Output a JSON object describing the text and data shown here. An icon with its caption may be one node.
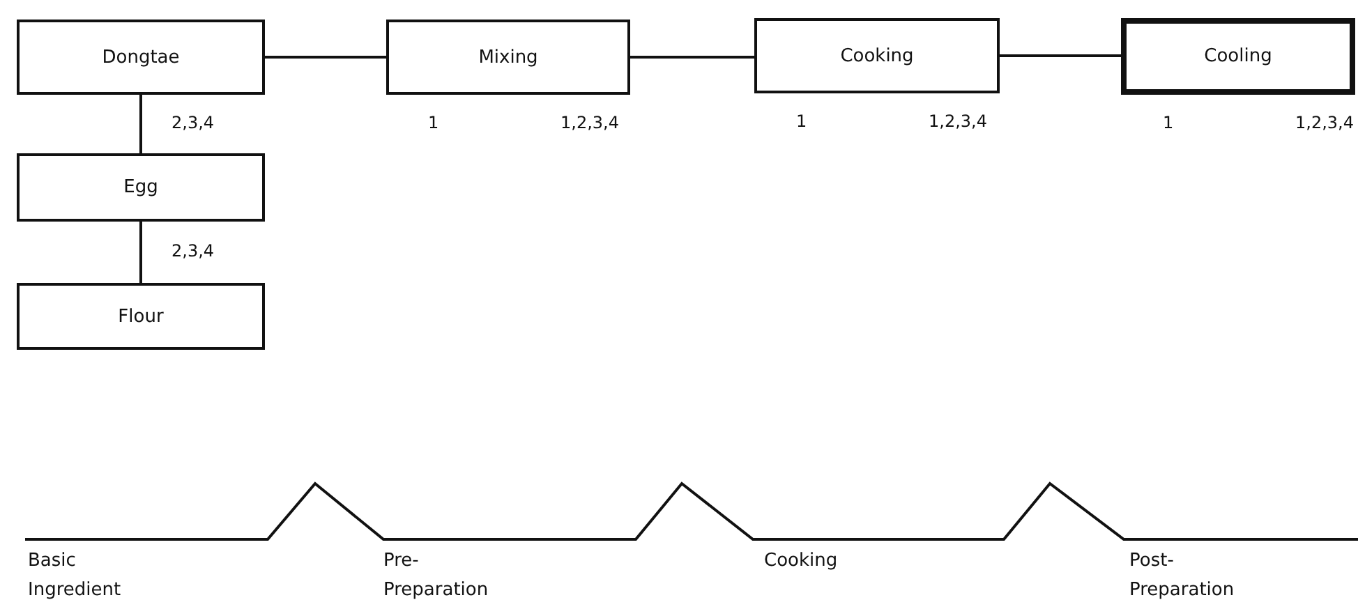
{
  "diagram": {
    "nodes": [
      {
        "text": [
          "Dongtae"
        ]
      },
      {
        "text": [
          "Mixing"
        ],
        "beside": [
          "1",
          "1,2,3,4"
        ]
      },
      {
        "text": [
          "Cooking"
        ],
        "beside": [
          "1",
          "1,2,3,4"
        ]
      },
      {
        "text": [
          "Cooling"
        ],
        "beside": [
          "1",
          "1,2,3,4"
        ]
      },
      {
        "text": [
          "Egg"
        ]
      },
      {
        "text": [
          "Flour"
        ]
      }
    ],
    "edges": [
      {
        "from": 0,
        "to": 1,
        "arrow": "none"
      },
      {
        "from": 1,
        "to": 2,
        "arrow": "none"
      },
      {
        "from": 2,
        "to": 3,
        "arrow": "none"
      },
      {
        "from": 0,
        "to": 4,
        "label": "2,3,4",
        "arrow": "none"
      },
      {
        "from": 4,
        "to": 5,
        "label": "2,3,4",
        "arrow": "none"
      }
    ],
    "labels": [
      "Basic Ingredient",
      "Pre- Preparation",
      "Cooking",
      "Post- Preparation"
    ]
  }
}
